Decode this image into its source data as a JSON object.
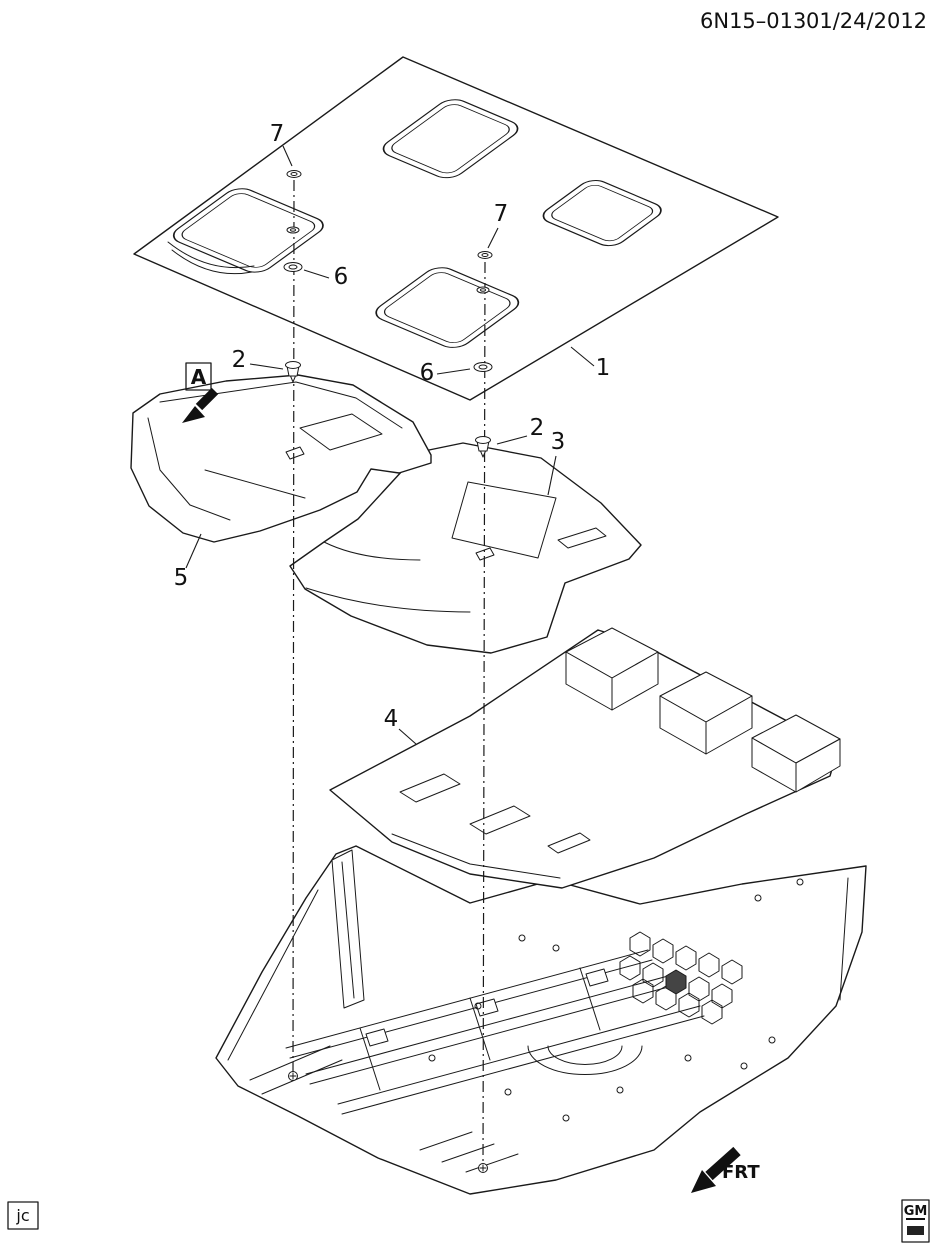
{
  "header": {
    "doc_number": "6N15–013",
    "date": "01/24/2012"
  },
  "view_marker": {
    "label": "A"
  },
  "direction_marker": {
    "label": "FRT"
  },
  "footer": {
    "author_initials": "jc",
    "brand": "GM"
  },
  "callouts": [
    {
      "num": "7"
    },
    {
      "num": "7"
    },
    {
      "num": "6"
    },
    {
      "num": "6"
    },
    {
      "num": "2"
    },
    {
      "num": "2"
    },
    {
      "num": "1"
    },
    {
      "num": "3"
    },
    {
      "num": "5"
    },
    {
      "num": "4"
    }
  ]
}
